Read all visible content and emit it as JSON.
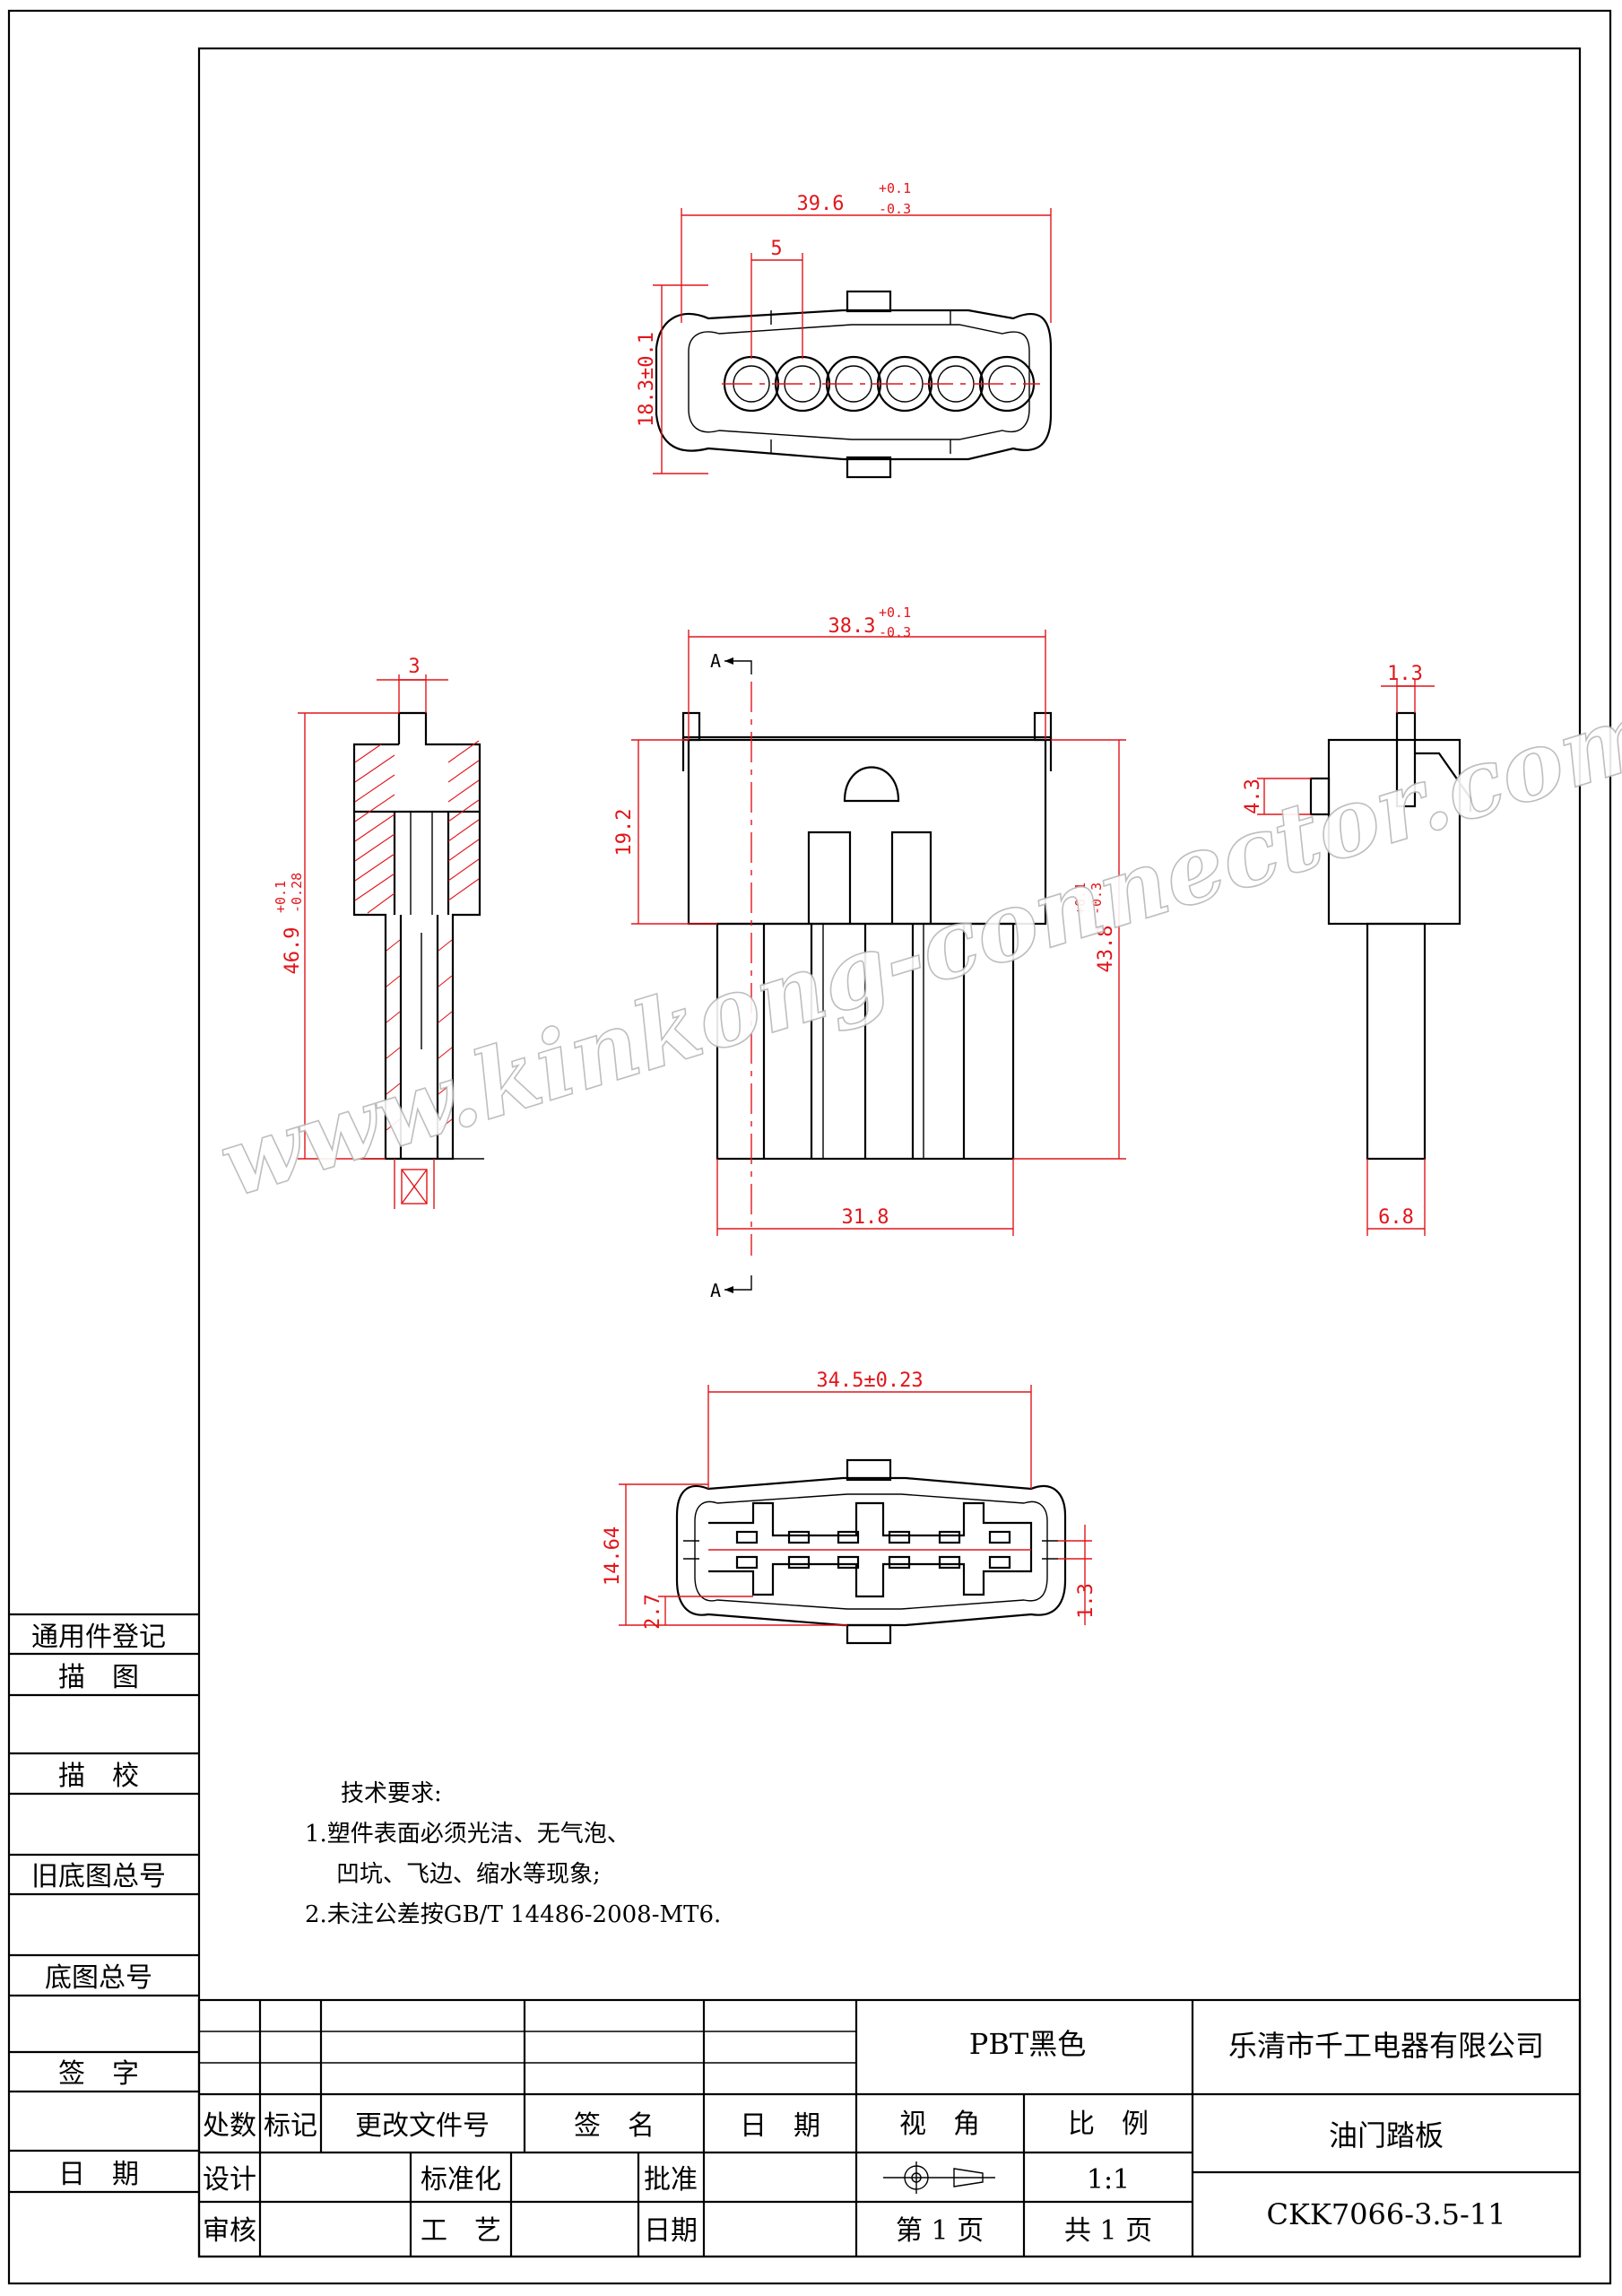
{
  "watermark": "www.kinkong-connector.com",
  "left_strip": {
    "rows": [
      "通用件登记",
      "描　图",
      "描　校",
      "旧底图总号",
      "底图总号",
      "签　字",
      "日　期"
    ]
  },
  "technical_requirements": {
    "title": "技术要求:",
    "items": [
      "1.塑件表面必须光洁、无气泡、",
      "凹坑、飞边、缩水等现象;",
      "2.未注公差按GB/T 14486-2008-MT6."
    ]
  },
  "dimensions": {
    "top_width": "39.6",
    "top_width_tol_plus": "+0.1",
    "top_width_tol_minus": "-0.3",
    "top_pitch": "5",
    "top_height": "18.3±0.1",
    "front_width": "38.3",
    "front_width_tol_plus": "+0.1",
    "front_width_tol_minus": "-0.3",
    "front_upper": "19.2",
    "front_height": "43.8",
    "front_height_tol_plus": "+0.1",
    "front_height_tol_minus": "-0.3",
    "front_bottom": "31.8",
    "section_marker": "A",
    "sec_width": "3",
    "sec_height": "46.9",
    "sec_height_tol_plus": "+0.1",
    "sec_height_tol_minus": "-0.28",
    "side_top": "1.3",
    "side_latch": "4.3",
    "side_width": "6.8",
    "bottom_width": "34.5±0.23",
    "bottom_height": "14.64",
    "bottom_offset": "2.7",
    "bottom_right": "1.3"
  },
  "title_block": {
    "material": "PBT黑色",
    "company": "乐清市千工电器有限公司",
    "col_headers": [
      "处数",
      "标记",
      "更改文件号",
      "签　名",
      "日　期"
    ],
    "view_label": "视　角",
    "scale_label": "比　例",
    "scale_value": "1:1",
    "part_name": "油门踏板",
    "design": "设计",
    "standardization": "标准化",
    "approve": "批准",
    "review": "审核",
    "process": "工　艺",
    "date": "日期",
    "sheet_no": "第 1 页",
    "sheet_total": "共 1 页",
    "drawing_no": "CKK7066-3.5-11"
  },
  "colors": {
    "dimension": "#e0161b",
    "outline": "#000000",
    "watermark_stroke": "#b8b8b8"
  }
}
